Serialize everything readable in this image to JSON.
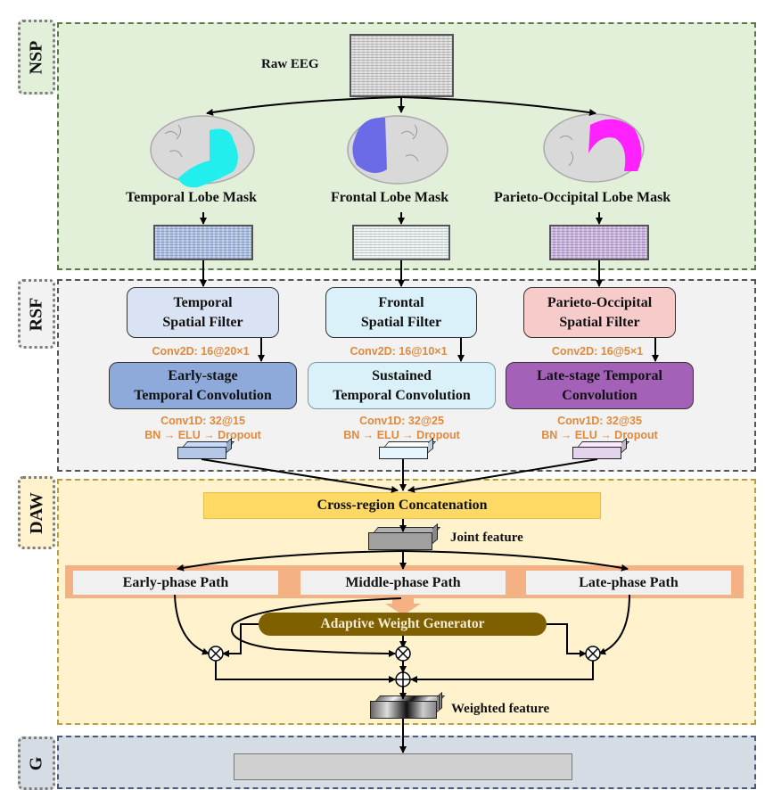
{
  "sections": {
    "nsp": {
      "tag": "NSP"
    },
    "rsf": {
      "tag": "RSF"
    },
    "daw": {
      "tag": "DAW"
    },
    "g": {
      "tag": "G"
    }
  },
  "nsp": {
    "raw_eeg_label": "Raw EEG",
    "masks": [
      {
        "label": "Temporal Lobe Mask",
        "color": "#22eeee",
        "signal_tint": "#aabfe6"
      },
      {
        "label": "Frontal Lobe Mask",
        "color": "#6b6be8",
        "signal_tint": "#e8f0f0"
      },
      {
        "label": "Parieto-Occipital Lobe Mask",
        "color": "#ff22ff",
        "signal_tint": "#c9b2e0"
      }
    ]
  },
  "rsf": {
    "branches": [
      {
        "spatial_filter": [
          "Temporal",
          "Spatial Filter"
        ],
        "spatial_color": "#dae3f3",
        "conv2d": "Conv2D: 16@20×1",
        "temporal_conv": [
          "Early-stage",
          "Temporal Convolution"
        ],
        "temporal_color": "#8eaadb",
        "conv1d": "Conv1D: 32@15",
        "ops": "BN → ELU → Dropout",
        "feature_color": "#b4c7e7"
      },
      {
        "spatial_filter": [
          "Frontal",
          "Spatial Filter"
        ],
        "spatial_color": "#dbf1f9",
        "conv2d": "Conv2D: 16@10×1",
        "temporal_conv": [
          "Sustained",
          "Temporal Convolution"
        ],
        "temporal_color": "#dbf1f9",
        "conv1d": "Conv1D: 32@25",
        "ops": "BN → ELU → Dropout",
        "feature_color": "#e6f6fc"
      },
      {
        "spatial_filter": [
          "Parieto-Occipital",
          "Spatial Filter"
        ],
        "spatial_color": "#f8cbcb",
        "conv2d": "Conv2D: 16@5×1",
        "temporal_conv": [
          "Late-stage Temporal",
          "Convolution"
        ],
        "temporal_color": "#a361b8",
        "conv1d": "Conv1D: 32@35",
        "ops": "BN → ELU → Dropout",
        "feature_color": "#e3d3ec"
      }
    ]
  },
  "daw": {
    "concat_label": "Cross-region Concatenation",
    "joint_feature_label": "Joint feature",
    "paths": [
      "Early-phase Path",
      "Middle-phase Path",
      "Late-phase Path"
    ],
    "weight_generator_label": "Adaptive Weight Generator",
    "weighted_feature_label": "Weighted feature",
    "multiply_symbol": "⊗",
    "add_symbol": "⊕"
  },
  "g": {
    "box_label": ""
  },
  "colors": {
    "concat_fill": "#ffd966",
    "path_band": "#f4b183",
    "generator_fill": "#7f6000",
    "orange_text": "#e3893c"
  }
}
